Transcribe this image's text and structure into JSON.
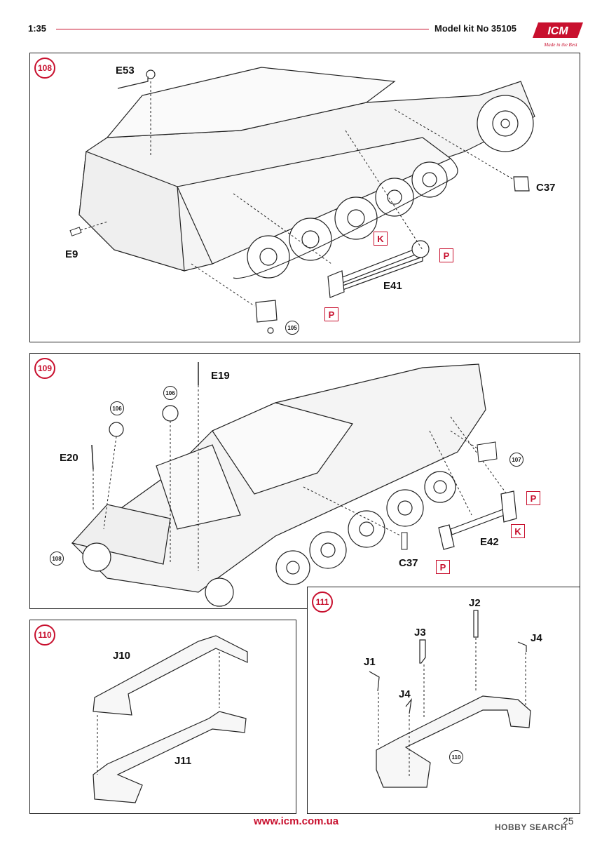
{
  "header": {
    "scale": "1:35",
    "kit": "Model kit No 35105",
    "logo": {
      "text": "ICM",
      "tagline": "Made in the Best",
      "brand_color": "#c8102e"
    }
  },
  "steps": [
    {
      "number": "108",
      "parts": [
        "E53",
        "E9",
        "E41",
        "C37"
      ],
      "refs": [
        "105"
      ],
      "tags": [
        "K",
        "P",
        "P"
      ]
    },
    {
      "number": "109",
      "parts": [
        "E19",
        "E20",
        "C37",
        "E42"
      ],
      "refs": [
        "106",
        "106",
        "107",
        "108"
      ],
      "tags": [
        "P",
        "K",
        "P"
      ]
    },
    {
      "number": "110",
      "parts": [
        "J10",
        "J11"
      ]
    },
    {
      "number": "111",
      "parts": [
        "J2",
        "J3",
        "J4",
        "J1",
        "J4"
      ],
      "refs": [
        "110"
      ]
    }
  ],
  "footer": {
    "url": "www.icm.com.ua",
    "page": "25",
    "watermark": "HOBBY SEARCH"
  }
}
